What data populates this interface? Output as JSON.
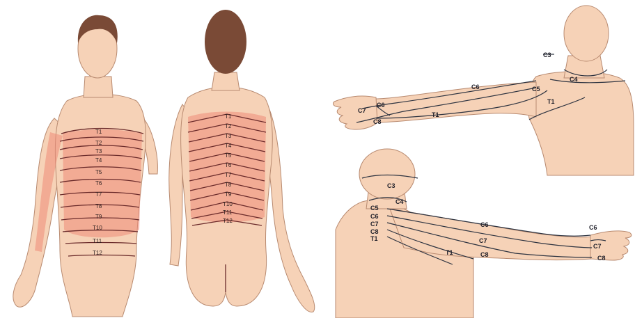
{
  "front_view": {
    "labels": [
      "T1",
      "T2",
      "T3",
      "T4",
      "T5",
      "T6",
      "T7",
      "T8",
      "T9",
      "T10",
      "T11",
      "T12"
    ]
  },
  "back_view": {
    "labels": [
      "T1",
      "T2",
      "T3",
      "T4",
      "T5",
      "T6",
      "T7",
      "T8",
      "T9",
      "T10",
      "T11",
      "T12"
    ]
  },
  "arm_front": {
    "labels": {
      "c3": "C3",
      "c4": "C4",
      "c5": "C5",
      "c6": "C6",
      "c7": "C7",
      "c8": "C8",
      "c6_hand": "C6",
      "t1": "T1",
      "t1_arm": "T1"
    }
  },
  "arm_back": {
    "labels": {
      "c3": "C3",
      "c4": "C4",
      "c5": "C5",
      "c6": "C6",
      "c7": "C7",
      "c8": "C8",
      "t1": "T1",
      "c6_arm": "C6",
      "c7_arm": "C7",
      "c8_arm": "C8",
      "t1_arm": "T1",
      "c6_hand": "C6",
      "c7_hand": "C7",
      "c8_hand": "C8"
    }
  },
  "colors": {
    "skin": "#f6d2b7",
    "dermatome_band": "#ef8a78",
    "line": "#2d3340"
  }
}
